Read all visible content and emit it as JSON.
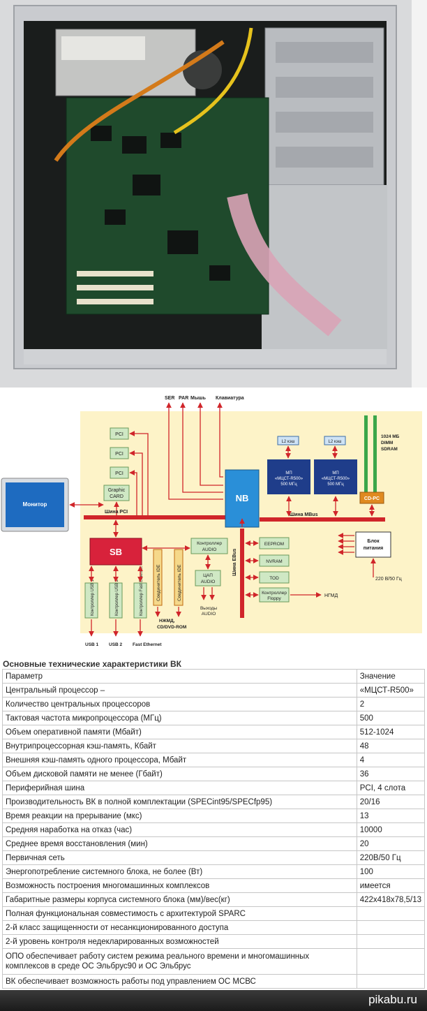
{
  "diagram": {
    "top_labels": [
      "SER",
      "PAR",
      "Мышь",
      "Клавиатура"
    ],
    "pci": [
      "PCI",
      "PCI",
      "PCI"
    ],
    "graphic_card": [
      "Graphic",
      "CARD"
    ],
    "monitor": "Монитор",
    "nb": "NB",
    "sb": "SB",
    "cpu": {
      "cache": "L2 кэш",
      "lines": [
        "МП",
        "«МЦСТ-R500»",
        "500 МГц"
      ]
    },
    "memory": [
      "1024 МБ",
      "DIMM",
      "SDRAM"
    ],
    "cdpc": "CD-PC",
    "bus_pci": "Шина PCI",
    "bus_mbus": "Шина MBus",
    "bus_ebus": "Шина EBus",
    "eeprom": "EEPROM",
    "nvram": "NVRAM",
    "tod": "TOD",
    "floppy_ctrl": [
      "Контроллер",
      "Floppy"
    ],
    "ngmd": "НГМД",
    "power": [
      "Блок",
      "питания"
    ],
    "power_input": "220 В/50 Гц",
    "audio_ctrl": [
      "Контроллер",
      "AUDIO"
    ],
    "dac": [
      "ЦАП",
      "AUDIO"
    ],
    "audio_out": [
      "Выходы",
      "AUDIO"
    ],
    "ide": [
      "Соединитель IDE",
      "Соединитель IDE"
    ],
    "ide_devices": [
      "НЖМД,",
      "CD/DVD-ROM"
    ],
    "usb_ctrls": [
      "Контроллер USB 1",
      "Контроллер USB 2",
      "Контроллер Fast Ethernet"
    ],
    "bottom_labels": [
      "USB 1",
      "USB 2",
      "Fast Ethernet"
    ]
  },
  "spec": {
    "title": "Основные технические характеристики ВК",
    "rows": [
      [
        "Параметр",
        "Значение"
      ],
      [
        "Центральный процессор –",
        "«МЦСТ-R500»"
      ],
      [
        "Количество центральных процессоров",
        "2"
      ],
      [
        "Тактовая частота микропроцессора (МГц)",
        "500"
      ],
      [
        "Объем оперативной памяти (Мбайт)",
        "512-1024"
      ],
      [
        "Внутрипроцессорная кэш-память, Кбайт",
        "48"
      ],
      [
        "Внешняя кэш-память одного процессора, Мбайт",
        "4"
      ],
      [
        "Объем дисковой памяти не менее (Гбайт)",
        "36"
      ],
      [
        "Периферийная шина",
        "PCI, 4 слота"
      ],
      [
        "Производительность ВК в полной комплектации (SPECint95/SPECfp95)",
        "20/16"
      ],
      [
        "Время реакции на прерывание (мкс)",
        "13"
      ],
      [
        "Средняя наработка на отказ (час)",
        "10000"
      ],
      [
        "Среднее время восстановления (мин)",
        "20"
      ],
      [
        "Первичная сеть",
        "220В/50 Гц"
      ],
      [
        "Энергопотребление системного блока, не более (Вт)",
        "100"
      ],
      [
        "Возможность построения многомашинных комплексов",
        "имеется"
      ],
      [
        "Габаритные размеры корпуса системного блока (мм)/вес(кг)",
        "422x418x78,5/13"
      ],
      [
        "Полная функциональная совместимость с архитектурой SPARC",
        ""
      ],
      [
        "2-й класс защищенности от несанкционированного доступа",
        ""
      ],
      [
        "2-й уровень контроля недекларированных возможностей",
        ""
      ],
      [
        "ОПО обеспечивает работу систем режима реального времени и многомашинных комплексов в среде ОС Эльбрус90 и ОС Эльбрус",
        ""
      ],
      [
        "ВК обеспечивает возможность работы под управлением ОС МСВС",
        ""
      ]
    ]
  },
  "footer": {
    "brand": "pikabu.ru"
  }
}
